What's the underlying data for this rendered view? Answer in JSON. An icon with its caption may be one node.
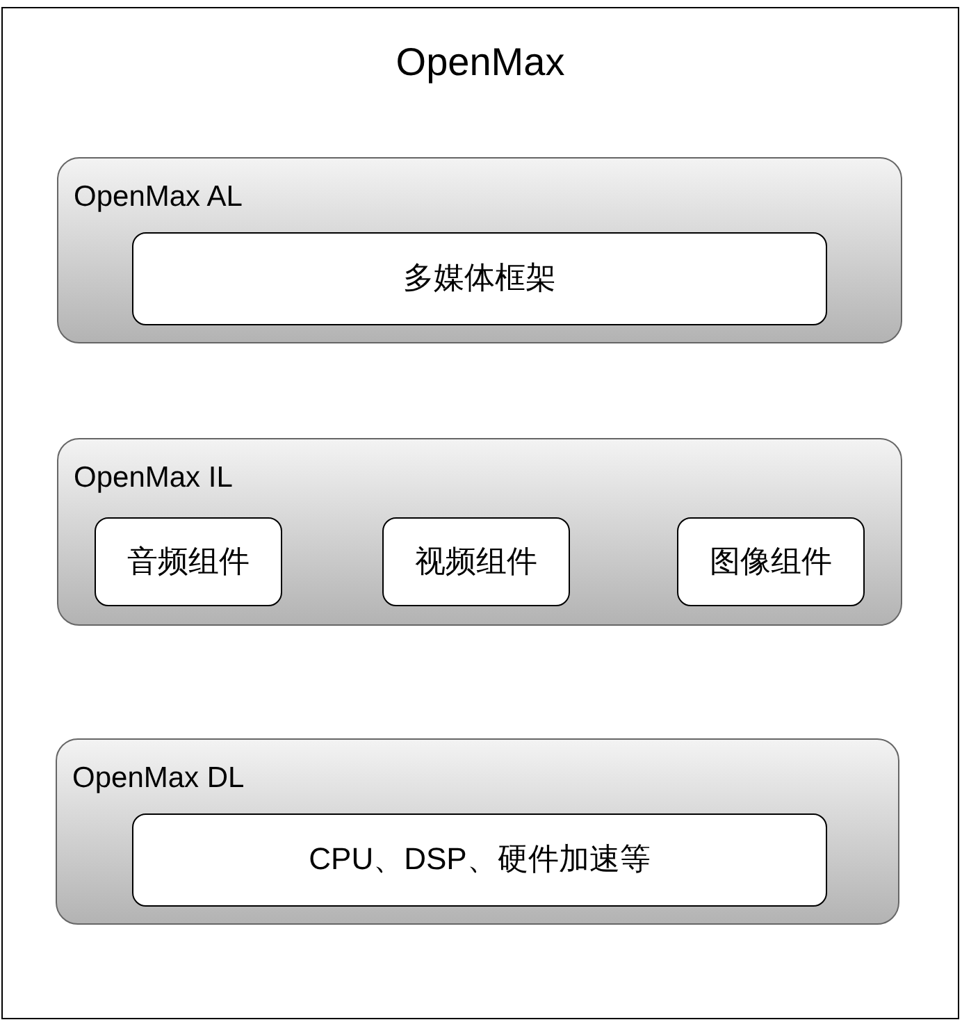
{
  "diagram": {
    "nodes": [
      {
        "text": [
          "OpenMax"
        ]
      },
      {
        "text": [
          "OpenMax AL"
        ],
        "in": 0
      },
      {
        "text": [
          "多媒体框架"
        ],
        "in": 1
      },
      {
        "text": [
          "OpenMax IL"
        ],
        "in": 0
      },
      {
        "text": [
          "音频组件"
        ],
        "in": 3
      },
      {
        "text": [
          "视频组件"
        ],
        "in": 3
      },
      {
        "text": [
          "图像组件"
        ],
        "in": 3
      },
      {
        "text": [
          "OpenMax DL"
        ],
        "in": 0
      },
      {
        "text": [
          "CPU、DSP、硬件加速等"
        ],
        "in": 7
      }
    ]
  }
}
